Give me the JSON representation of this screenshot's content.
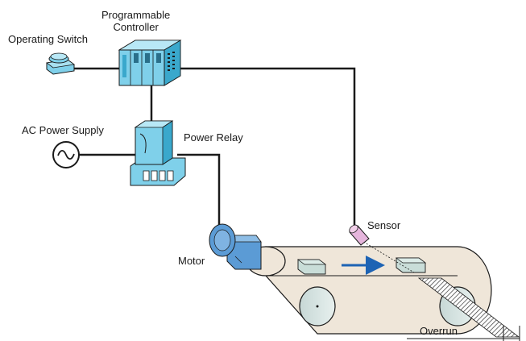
{
  "labels": {
    "controller_line1": "Programmable",
    "controller_line2": "Controller",
    "operating_switch": "Operating Switch",
    "ac_power_supply": "AC Power Supply",
    "power_relay": "Power Relay",
    "sensor": "Sensor",
    "motor": "Motor",
    "overrun": "Overrun"
  },
  "colors": {
    "device_cyan": "#7fd0ea",
    "device_cyan_dark": "#3aa8cc",
    "motor_blue": "#5b9bd5",
    "conveyor_fill": "#efe6d9",
    "sensor_pink": "#e5b5dc",
    "arrow_blue": "#1d63b4",
    "wire": "#1a1a1a"
  },
  "icons": [
    "operating-switch-icon",
    "programmable-controller-icon",
    "ac-source-icon",
    "power-relay-icon",
    "motor-icon",
    "sensor-icon",
    "conveyor-icon"
  ]
}
